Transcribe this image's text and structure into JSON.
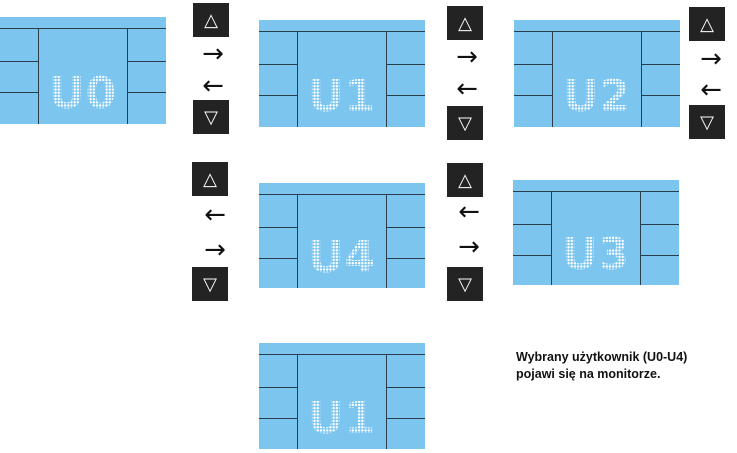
{
  "screens": {
    "s0": "U0",
    "s1": "U1",
    "s2": "U2",
    "s3": "U3",
    "s4": "U4",
    "s5": "U1"
  },
  "buttons": {
    "up_icon": "up-triangle-icon",
    "down_icon": "down-triangle-icon",
    "up_glyph": "△",
    "down_glyph": "▽"
  },
  "arrows": {
    "right_glyph": "→",
    "left_glyph": "←"
  },
  "caption": {
    "line1": "Wybrany użytkownik (U0-U4)",
    "line2": "pojawi się na monitorze."
  },
  "colors": {
    "screen_bg": "#7bc5ef",
    "button_bg": "#232323"
  }
}
